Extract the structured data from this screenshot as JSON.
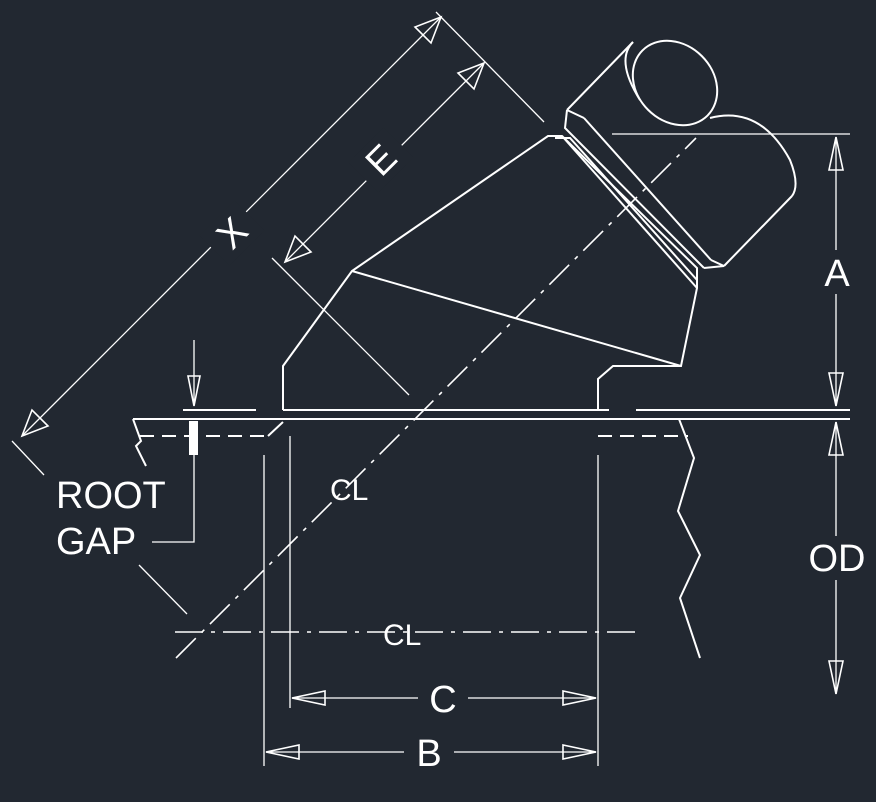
{
  "colors": {
    "background": "#222831",
    "linework": "#ffffff"
  },
  "labels": {
    "x": "X",
    "e": "E",
    "a": "A",
    "od": "OD",
    "c": "C",
    "b": "B",
    "root": "ROOT",
    "gap": "GAP",
    "centerline_diag": "CL",
    "centerline_horiz": "CL"
  }
}
